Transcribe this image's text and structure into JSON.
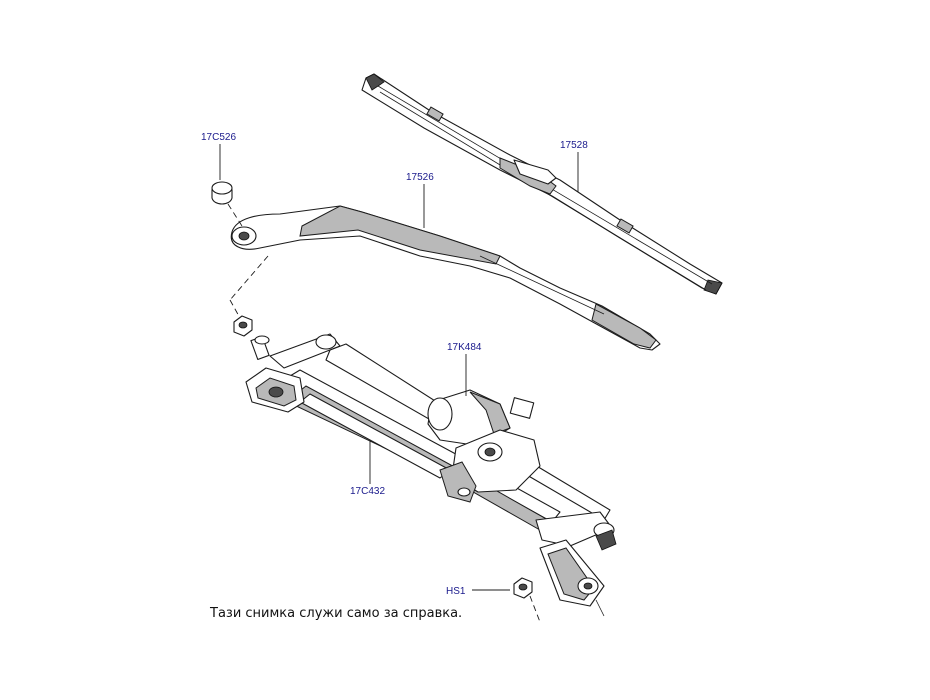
{
  "callouts": [
    {
      "id": "17C526",
      "text": "17C526"
    },
    {
      "id": "17526",
      "text": "17526"
    },
    {
      "id": "17528",
      "text": "17528"
    },
    {
      "id": "17K484",
      "text": "17K484"
    },
    {
      "id": "17C432",
      "text": "17C432"
    },
    {
      "id": "HS1",
      "text": "HS1"
    }
  ],
  "caption": "Тази снимка служи само за справка.",
  "colors": {
    "callout": "#1a1a8c",
    "line": "#1c1c1c",
    "shade": "#b9b9b9"
  }
}
